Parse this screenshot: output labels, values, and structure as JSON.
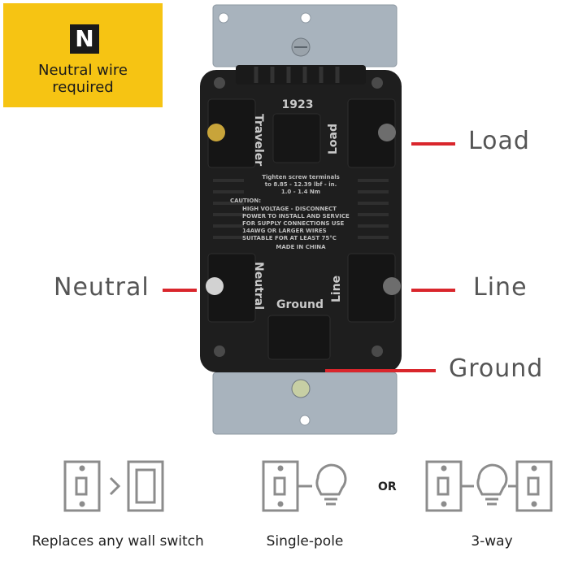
{
  "badge": {
    "letter": "N",
    "line1": "Neutral wire",
    "line2": "required",
    "color": "#f6c413"
  },
  "device": {
    "model": "1923",
    "terminals": {
      "traveler": "Traveler",
      "load": "Load",
      "neutral": "Neutral",
      "line": "Line",
      "ground": "Ground"
    },
    "label_lines": [
      "Tighten screw terminals",
      "to 8.85 - 12.39 lbf - in.",
      "1.0 - 1.4 Nm",
      "CAUTION:",
      "HIGH VOLTAGE - DISCONNECT",
      "POWER TO INSTALL AND SERVICE",
      "FOR SUPPLY CONNECTIONS USE",
      "14AWG OR LARGER WIRES",
      "SUITABLE FOR AT LEAST 75°C",
      "MADE IN CHINA"
    ]
  },
  "callouts": {
    "load": "Load",
    "neutral": "Neutral",
    "line": "Line",
    "ground": "Ground",
    "line_color": "#d9262c"
  },
  "bottom": {
    "caption_replaces": "Replaces any wall switch",
    "caption_single": "Single-pole",
    "or_label": "OR",
    "caption_3way": "3-way",
    "icon_color": "#8c8c8c"
  }
}
